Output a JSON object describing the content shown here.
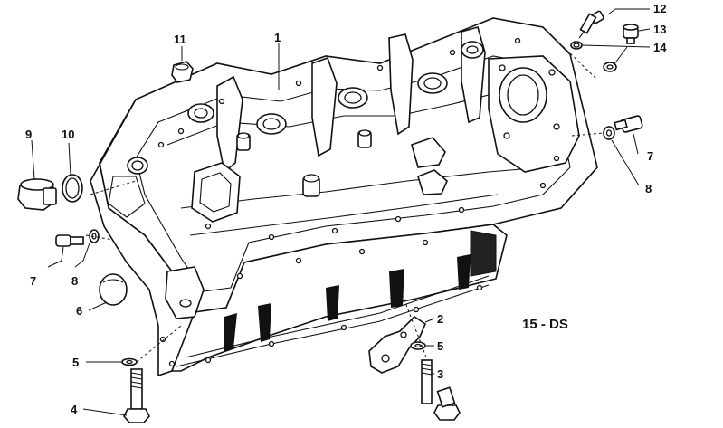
{
  "diagram": {
    "code": "15 - DS",
    "callouts": [
      {
        "id": "1",
        "text": "1"
      },
      {
        "id": "2",
        "text": "2"
      },
      {
        "id": "3",
        "text": "3"
      },
      {
        "id": "4",
        "text": "4"
      },
      {
        "id": "5a",
        "text": "5"
      },
      {
        "id": "5b",
        "text": "5"
      },
      {
        "id": "6",
        "text": "6"
      },
      {
        "id": "7a",
        "text": "7"
      },
      {
        "id": "7b",
        "text": "7"
      },
      {
        "id": "8a",
        "text": "8"
      },
      {
        "id": "8b",
        "text": "8"
      },
      {
        "id": "9",
        "text": "9"
      },
      {
        "id": "10",
        "text": "10"
      },
      {
        "id": "11",
        "text": "11"
      },
      {
        "id": "12",
        "text": "12"
      },
      {
        "id": "13",
        "text": "13"
      },
      {
        "id": "14",
        "text": "14"
      }
    ]
  }
}
